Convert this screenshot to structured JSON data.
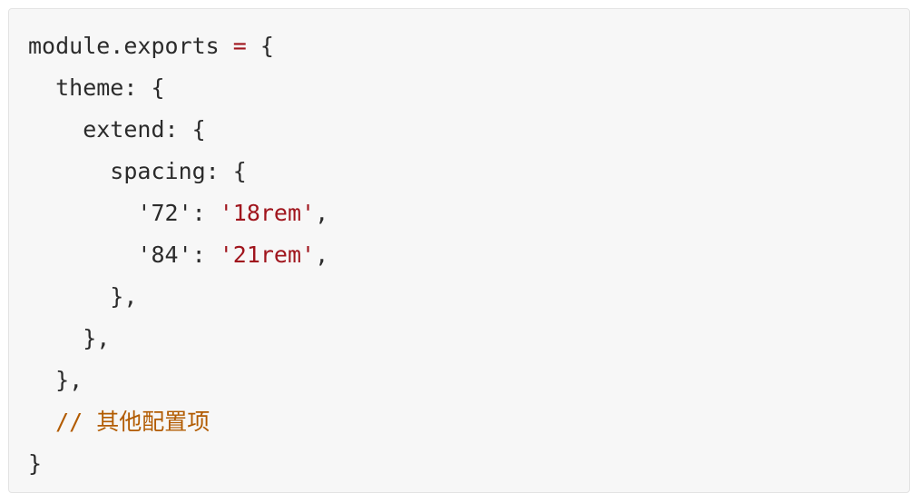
{
  "code": {
    "language": "javascript",
    "colors": {
      "background": "#f7f7f7",
      "text": "#2b2b2b",
      "operator": "#a0151d",
      "string": "#a0151d",
      "comment": "#b25b00"
    },
    "lines": [
      {
        "a": "module.exports ",
        "op": "=",
        "b": " {"
      },
      {
        "text": "  theme: {"
      },
      {
        "text": "    extend: {"
      },
      {
        "text": "      spacing: {"
      },
      {
        "key": "        '72': ",
        "value": "'18rem'",
        "tail": ","
      },
      {
        "key": "        '84': ",
        "value": "'21rem'",
        "tail": ","
      },
      {
        "text": "      },"
      },
      {
        "text": "    },"
      },
      {
        "text": "  },"
      },
      {
        "indent": "  ",
        "comment": "// 其他配置项"
      },
      {
        "text": "}"
      }
    ]
  }
}
